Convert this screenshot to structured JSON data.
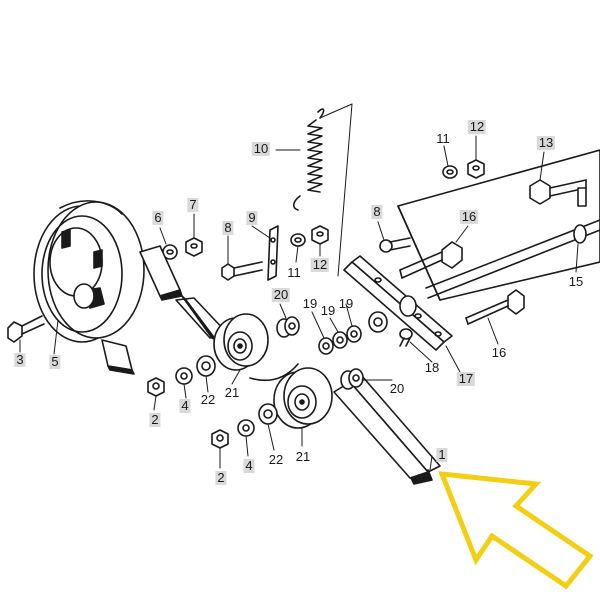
{
  "diagram": {
    "callouts": {
      "c1": "1",
      "c2a": "2",
      "c2b": "2",
      "c3": "3",
      "c4a": "4",
      "c4b": "4",
      "c5": "5",
      "c6": "6",
      "c7": "7",
      "c8a": "8",
      "c8b": "8",
      "c9": "9",
      "c10": "10",
      "c11a": "11",
      "c11b": "11",
      "c12a": "12",
      "c12b": "12",
      "c13": "13",
      "c15": "15",
      "c16a": "16",
      "c16b": "16",
      "c17": "17",
      "c18": "18",
      "c19a": "19",
      "c19b": "19",
      "c19c": "19",
      "c20a": "20",
      "c20b": "20",
      "c21a": "21",
      "c21b": "21",
      "c22a": "22",
      "c22b": "22"
    },
    "colors": {
      "ink": "#1a1a1a",
      "label_bg": "#d9d9d9",
      "arrow": "#f2cf12"
    },
    "icons": {
      "pointer": "highlight-arrow-icon"
    }
  }
}
